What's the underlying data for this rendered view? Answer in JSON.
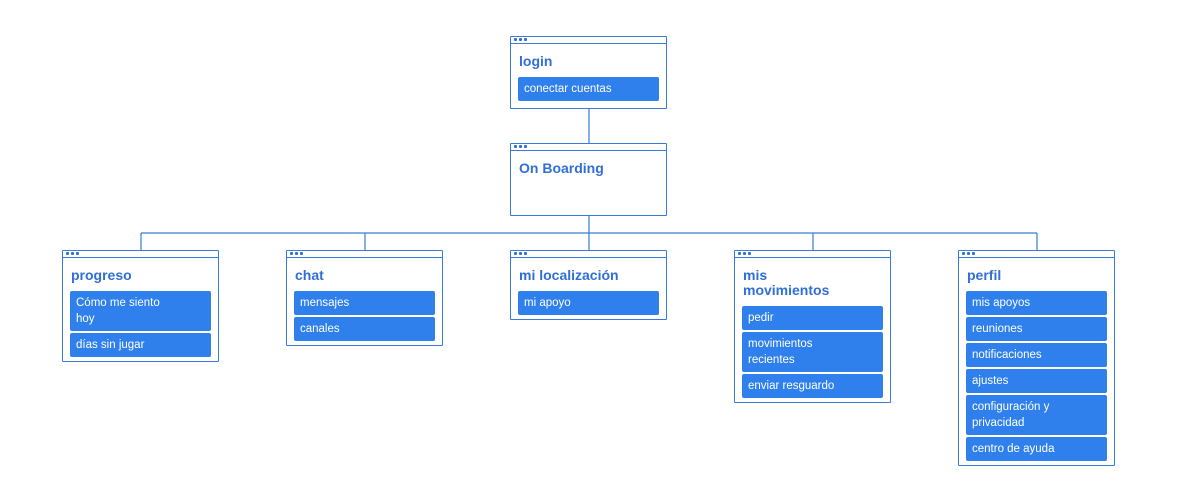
{
  "colors": {
    "accent": "#2f80ed",
    "border": "#3a7bd5",
    "connector": "#3a7bd5"
  },
  "nodes": {
    "login": {
      "icon": "window-dots-icon",
      "title": "login",
      "items": [
        "conectar cuentas"
      ]
    },
    "onboarding": {
      "icon": "window-dots-icon",
      "title": "On Boarding",
      "items": []
    },
    "progreso": {
      "icon": "window-dots-icon",
      "title": "progreso",
      "items": [
        "Cómo me siento\nhoy",
        "días sin jugar"
      ]
    },
    "chat": {
      "icon": "window-dots-icon",
      "title": "chat",
      "items": [
        "mensajes",
        "canales"
      ]
    },
    "localizacion": {
      "icon": "window-dots-icon",
      "title": "mi localización",
      "items": [
        "mi apoyo"
      ]
    },
    "movimientos": {
      "icon": "window-dots-icon",
      "title": "mis\nmovimientos",
      "items": [
        "pedir",
        "movimientos\nrecientes",
        "enviar resguardo"
      ]
    },
    "perfil": {
      "icon": "window-dots-icon",
      "title": "perfil",
      "items": [
        "mis apoyos",
        "reuniones",
        "notificaciones",
        "ajustes",
        "configuración y\nprivacidad",
        "centro de ayuda"
      ]
    }
  }
}
